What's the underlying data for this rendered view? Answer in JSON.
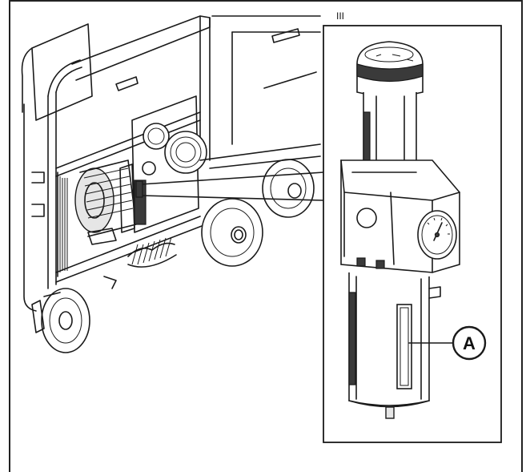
{
  "figure": {
    "callout_label": "A",
    "top_mark": "III"
  },
  "components": {
    "machine": "machine-frame-with-wheels",
    "detail_unit": "air-filter-regulator-unit",
    "callout_target": "filter-bowl-sight-glass"
  }
}
